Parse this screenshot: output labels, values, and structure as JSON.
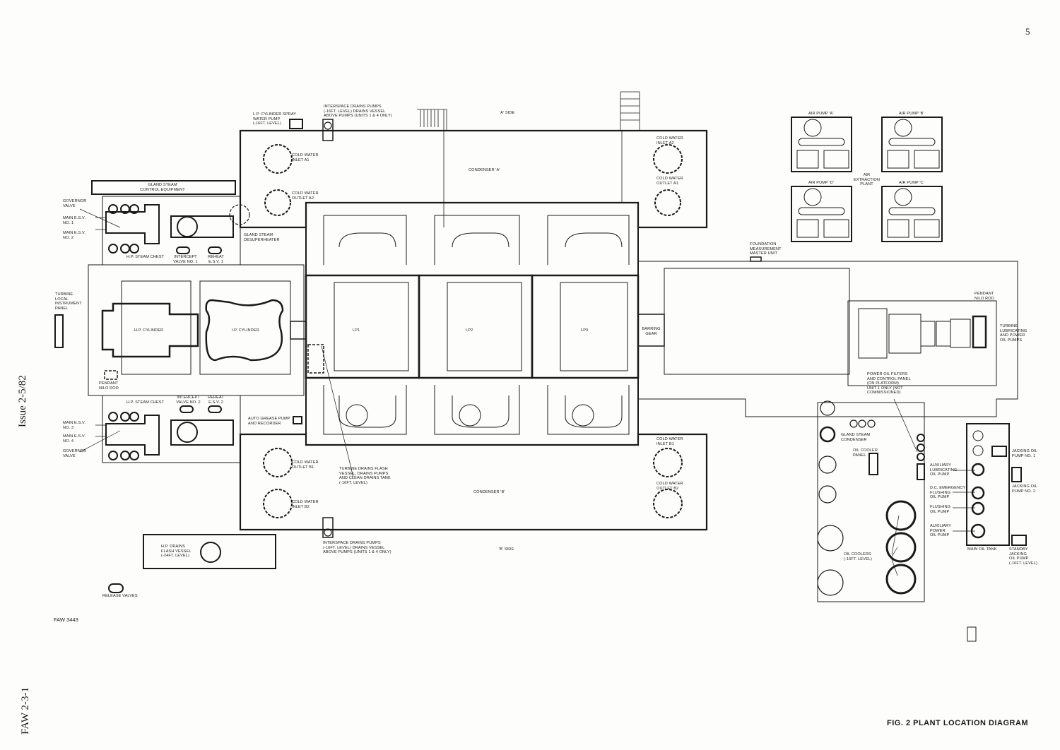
{
  "page_number": "5",
  "issue": "Issue 2-5/82",
  "doc_ref": "FAW 2-3-1",
  "drawing_ref": "FAW 3443",
  "title": "FIG. 2   PLANT LOCATION DIAGRAM",
  "labels": {
    "lp_spray": "L.P. CYLINDER SPRAY\nWATER PUMP\n(-16FT. LEVEL)",
    "interspace_top": "INTERSPACE DRAINS PUMPS\n(-16FT. LEVEL) DRAINS VESSEL\nABOVE PUMPS (UNITS 1 & 4 ONLY)",
    "a_side": "'A' SIDE",
    "b_side": "'B' SIDE",
    "condenser_a": "CONDENSER 'A'",
    "condenser_b": "CONDENSER 'B'",
    "cw_inlet_a1": "COLD WATER\nINLET A1",
    "cw_outlet_a2": "COLD WATER\nOUTLET A2",
    "cw_inlet_a2": "COLD WATER\nINLET A2",
    "cw_outlet_a1": "COLD WATER\nOUTLET A1",
    "cw_outlet_b1_left": "COLD WATER\nOUTLET B1",
    "cw_inlet_b2": "COLD WATER\nINLET B2",
    "cw_inlet_b1": "COLD WATER\nINLET B1",
    "cw_outlet_b2": "COLD WATER\nOUTLET B2",
    "gland_control": "GLAND STEAM\nCONTROL EQUIPMENT",
    "governor_top": "GOVERNOR\nVALVE",
    "main_esv1": "MAIN E.S.V.\nNO. 1",
    "main_esv2": "MAIN E.S.V.\nNO. 2",
    "hp_chest_top": "H.P. STEAM CHEST",
    "intercept1": "INTERCEPT\nVALVE NO. 1",
    "reheat1": "REHEAT\nE.S.V. 1",
    "gland_desup": "GLAND STEAM\nDESUPERHEATER",
    "tlip": "TURBINE\nLOCAL\nINSTRUMENT\nPANEL",
    "hp_cyl": "H.P. CYLINDER",
    "ip_cyl": "I.P. CYLINDER",
    "lp1": "LP1",
    "lp2": "LP2",
    "lp3": "LP3",
    "barring": "BARRING\nGEAR",
    "pendant_left": "PENDANT\nNILO ROD",
    "hp_chest_bottom": "H.P. STEAM CHEST",
    "intercept2": "INTERCEPT\nVALVE NO. 2",
    "reheat2": "REHEAT\nE.S.V. 2",
    "main_esv3": "MAIN E.S.V.\nNO. 3",
    "main_esv4": "MAIN E.S.V.\nNO. 4",
    "governor_bottom": "GOVERNOR\nVALVE",
    "auto_grease": "AUTO GREASE PUMP\nAND RECORDER",
    "turbine_drains": "TURBINE DRAINS FLASH\nVESSEL, DRAINS PUMPS\nAND CLEAN DRAINS TANK\n(-16FT. LEVEL)",
    "interspace_bottom": "INTERSPACE DRAINS PUMPS\n(-16FT. LEVEL) DRAINS VESSEL\nABOVE PUMPS (UNITS 1 & 4 ONLY)",
    "hp_drains": "H.P. DRAINS\nFLASH VESSEL\n(-24FT. LEVEL)",
    "release_valves": "RELEASE VALVES",
    "air_pump_a": "AIR PUMP 'A'",
    "air_pump_b": "AIR PUMP 'B'",
    "air_pump_c": "AIR PUMP 'C'",
    "air_pump_d": "AIR PUMP 'D'",
    "air_extraction": "AIR\nEXTRACTION\nPLANT",
    "foundation": "FOUNDATION\nMEASUREMENT\nMASTER UNIT",
    "pendant_right": "PENDANT\nNILO ROD",
    "turbine_lub": "TURBINE\nLUBRICATING\nAND POWER\nOIL PUMPS",
    "power_oil": "POWER OIL FILTERS\nAND CONTROL PANEL\n(ON PLATFORM)\nUNIT 1 ONLY (NOT\nCOMMISSIONED)",
    "gland_condenser": "GLAND STEAM\nCONDENSER",
    "oil_cooler_panel": "OIL COOLER\nPANEL",
    "oil_coolers": "OIL COOLERS\n(-16FT. LEVEL)",
    "aux_lub": "AUXILIARY\nLUBRICATING\nOIL PUMP",
    "dc_emerg": "D.C. EMERGENCY\nFLUSHING\nOIL PUMP",
    "flushing": "FLUSHING\nOIL PUMP",
    "aux_power": "AUXILIARY\nPOWER\nOIL PUMP",
    "jacking1": "JACKING OIL\nPUMP NO. 1",
    "jacking2": "JACKING OIL\nPUMP NO. 2",
    "main_oil_tank": "MAIN OIL TANK",
    "standby_jacking": "STANDBY\nJACKING\nOIL PUMP\n(-16FT. LEVEL)"
  }
}
